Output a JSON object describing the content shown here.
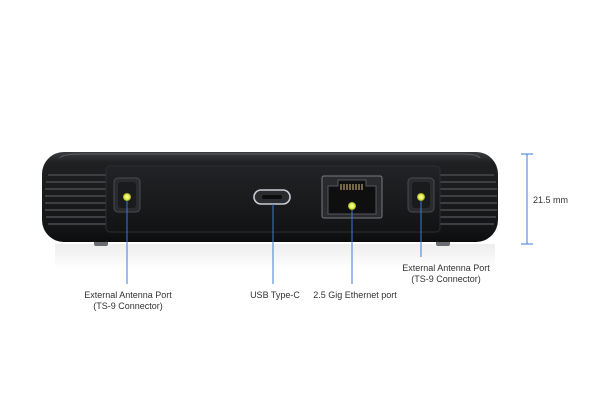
{
  "colors": {
    "device_body": "#1b1c1e",
    "callout_line": "#3b7bd8",
    "led": "#f2f45a",
    "background": "#ffffff"
  },
  "labels": {
    "antenna_left": "External Antenna Port\n(TS-9 Connector)",
    "usb": "USB Type-C",
    "ethernet": "2.5 Gig Ethernet port",
    "antenna_right": "External Antenna Port\n(TS-9 Connector)",
    "height": "21.5 mm"
  }
}
